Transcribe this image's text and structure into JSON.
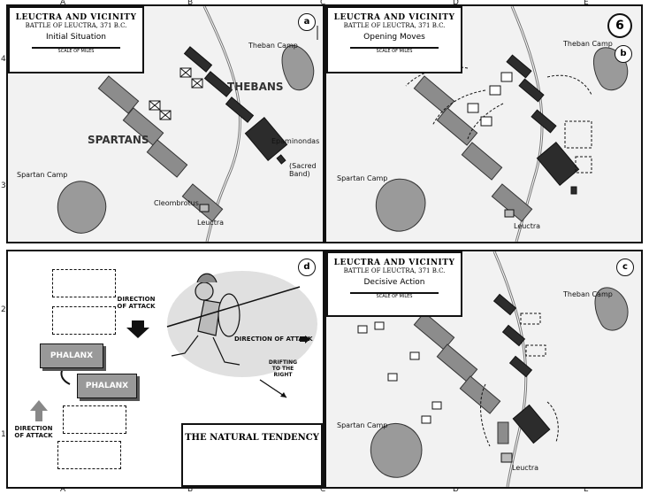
{
  "colors": {
    "spartan": "#8c8c8c",
    "theban": "#2c2c2c",
    "terrain": "#9a9a9a",
    "panel_bg": "#f2f2f2"
  },
  "grid": {
    "columns": [
      "A",
      "B",
      "C",
      "D",
      "E"
    ],
    "rows": [
      "4",
      "3",
      "2",
      "1"
    ]
  },
  "map_number": "6",
  "panels": {
    "a": {
      "letter": "a",
      "title": "LEUCTRA AND VICINITY",
      "subtitle": "BATTLE OF LEUCTRA, 371 B.C.",
      "caption": "Initial Situation",
      "scale": "SCALE OF MILES",
      "labels": {
        "theban_camp": "Theban Camp",
        "thebans": "THEBANS",
        "spartans": "SPARTANS",
        "epaminondas": "Epaminondas",
        "sacred_band": "(Sacred Band)",
        "spartan_camp": "Spartan Camp",
        "cleombrotus": "Cleombrotus",
        "leuctra": "Leuctra"
      }
    },
    "b": {
      "letter": "b",
      "title": "LEUCTRA AND VICINITY",
      "subtitle": "BATTLE OF LEUCTRA, 371 B.C.",
      "caption": "Opening Moves",
      "scale": "SCALE OF MILES",
      "labels": {
        "theban_camp": "Theban Camp",
        "spartan_camp": "Spartan Camp",
        "leuctra": "Leuctra"
      }
    },
    "c": {
      "letter": "c",
      "title": "LEUCTRA AND VICINITY",
      "subtitle": "BATTLE OF LEUCTRA, 371 B.C.",
      "caption": "Decisive Action",
      "scale": "SCALE OF MILES",
      "labels": {
        "theban_camp": "Theban Camp",
        "spartan_camp": "Spartan Camp",
        "leuctra": "Leuctra"
      }
    },
    "d": {
      "letter": "d",
      "phalanx_1": "PHALANX",
      "phalanx_2": "PHALANX",
      "direction_attack_top": "DIRECTION OF ATTACK",
      "direction_attack_bottom": "DIRECTION OF ATTACK",
      "direction_attack_right": "DIRECTION OF ATTACK",
      "drifting": "DRIFTING TO THE RIGHT",
      "tendency": "THE NATURAL TENDENCY"
    }
  }
}
